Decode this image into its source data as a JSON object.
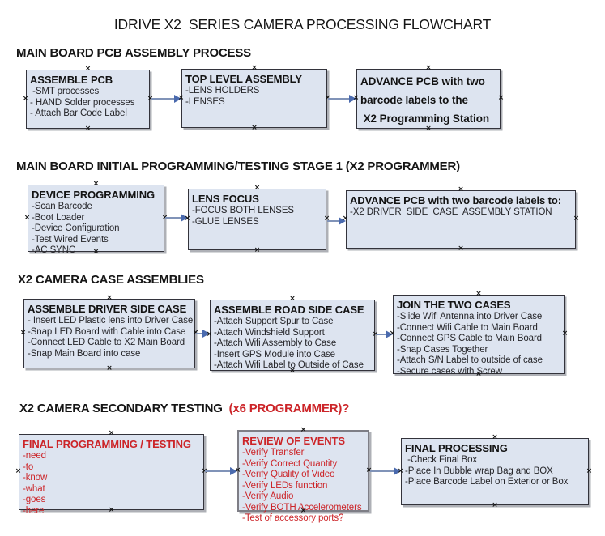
{
  "title": "IDRIVE X2  SERIES CAMERA PROCESSING FLOWCHART",
  "icons": {
    "connector_handle": "×"
  },
  "colors": {
    "box_fill": "#dde4f0",
    "accent_red": "#cc2428",
    "arrow_line": "#8093b8",
    "arrow_head": "#4a6aae",
    "box_border": "#33333b"
  },
  "sections": [
    {
      "header": "MAIN BOARD PCB ASSEMBLY PROCESS",
      "header_red": "",
      "boxes": [
        {
          "title": "ASSEMBLE PCB",
          "items": [
            " -SMT processes",
            "- HAND Solder processes",
            "- Attach Bar Code Label"
          ]
        },
        {
          "title": "TOP LEVEL ASSEMBLY",
          "items": [
            "-LENS HOLDERS",
            "-LENSES"
          ]
        },
        {
          "title": "ADVANCE PCB with two \nbarcode labels to the\n X2 Programming Station",
          "items": []
        }
      ]
    },
    {
      "header": "MAIN BOARD INITIAL PROGRAMMING/TESTING STAGE 1 (X2 PROGRAMMER)",
      "header_red": "",
      "boxes": [
        {
          "title": "DEVICE PROGRAMMING",
          "items": [
            "-Scan Barcode",
            "-Boot Loader",
            "-Device Configuration",
            "-Test Wired Events",
            "-AC SYNC"
          ]
        },
        {
          "title": "LENS FOCUS",
          "items": [
            "-FOCUS BOTH LENSES",
            "-GLUE LENSES"
          ]
        },
        {
          "title": "ADVANCE PCB with two barcode labels to:",
          "items": [
            "-X2 DRIVER  SIDE  CASE  ASSEMBLY STATION"
          ]
        }
      ]
    },
    {
      "header": "X2 CAMERA CASE ASSEMBLIES",
      "header_red": "",
      "boxes": [
        {
          "title": "ASSEMBLE DRIVER SIDE CASE",
          "items": [
            "- Insert LED Plastic lens into Driver Case",
            "-Snap LED Board with Cable into Case",
            "-Connect LED Cable to X2 Main Board",
            "-Snap Main Board into case"
          ]
        },
        {
          "title": "ASSEMBLE ROAD SIDE CASE",
          "items": [
            "-Attach Support Spur to Case",
            "-Attach Windshield Support",
            "-Attach Wifi Assembly to Case",
            "-Insert GPS Module into Case",
            "-Attach Wifi Label to Outside of Case"
          ]
        },
        {
          "title": "JOIN THE TWO CASES",
          "items": [
            "-Slide Wifi Antenna into Driver Case",
            "-Connect Wifi Cable to Main Board",
            "-Connect GPS Cable to Main Board",
            "-Snap Cases Together",
            "-Attach S/N Label to outside of case",
            "-Secure cases with Screw"
          ]
        }
      ]
    },
    {
      "header": "X2 CAMERA SECONDARY TESTING ",
      "header_red": " (x6 PROGRAMMER)?",
      "boxes": [
        {
          "title": "FINAL PROGRAMMING / TESTING",
          "items": [
            "-need",
            "-to",
            "-know",
            "-what",
            "-goes",
            "-here"
          ]
        },
        {
          "title": "REVIEW OF EVENTS",
          "items": [
            "-Verify Transfer",
            "-Verify Correct Quantity",
            "-Verify Quality of Video",
            "-Verify LEDs function",
            "-Verify Audio",
            "-Verify BOTH Accelerometers",
            "-Test of accessory ports?"
          ]
        },
        {
          "title": "FINAL PROCESSING",
          "items": [
            " -Check Final Box",
            "-Place In Bubble wrap Bag and BOX",
            "-Place Barcode Label on Exterior or Box"
          ]
        }
      ]
    }
  ]
}
